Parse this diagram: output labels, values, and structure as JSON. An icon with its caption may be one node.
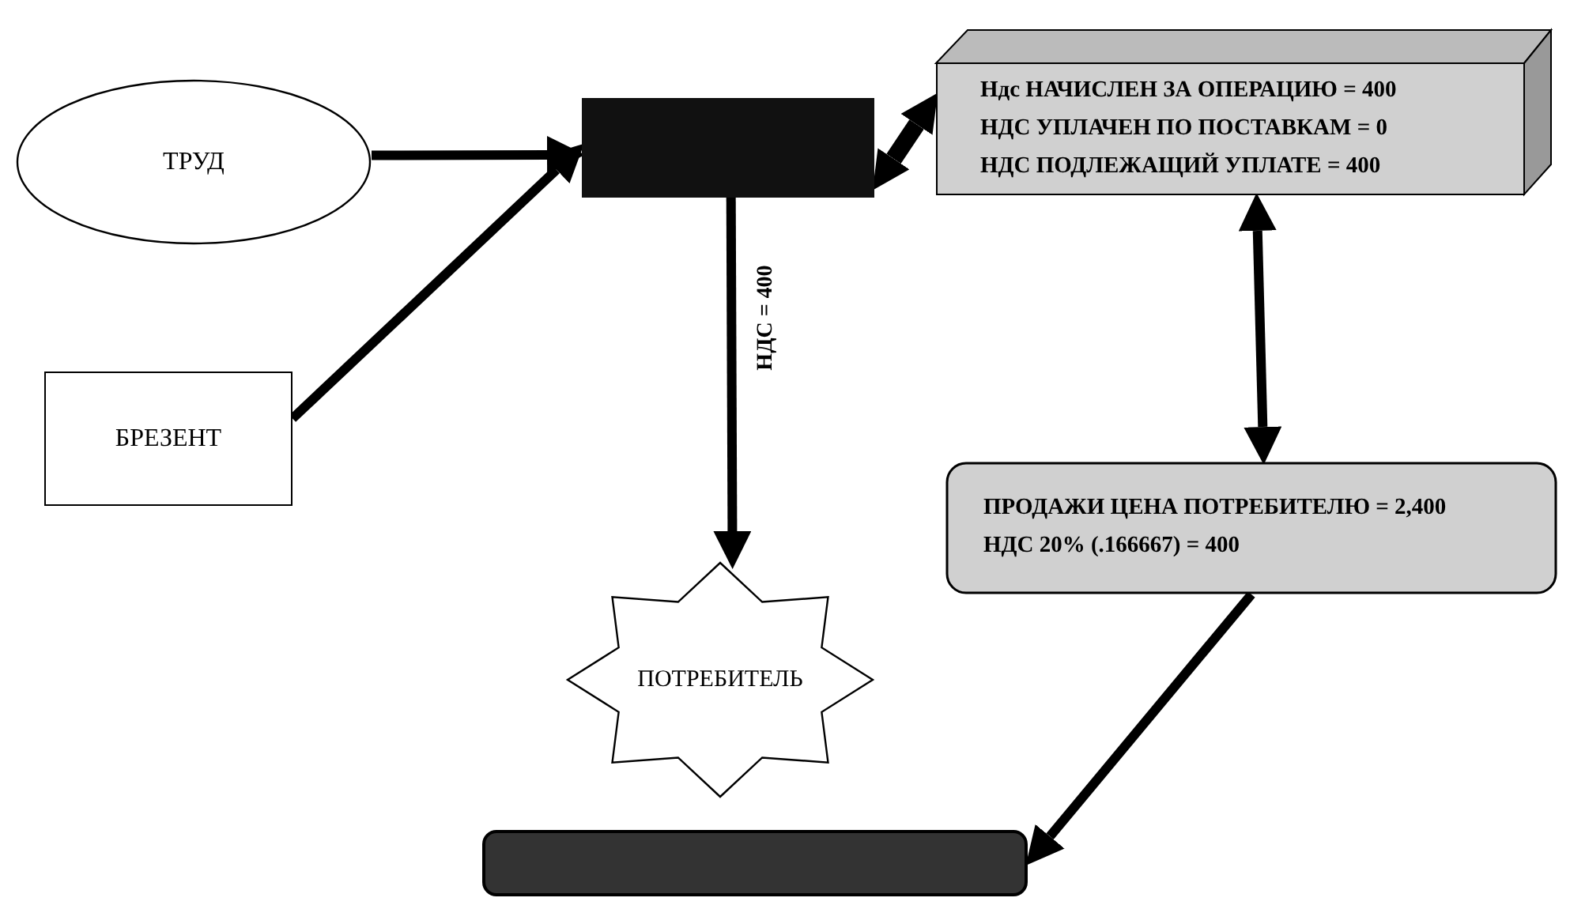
{
  "diagram": {
    "nodes": [
      {
        "text": [
          "ТРУД"
        ]
      },
      {
        "text": [],
        "shape": "box"
      },
      {
        "text": [
          "Ндс НАЧИСЛЕН ЗА ОПЕРАЦИЮ = 400",
          "НДС УПЛАЧЕН ПО ПОСТАВКАМ = 0",
          "НДС ПОДЛЕЖАЩИЙ УПЛАТЕ = 400"
        ]
      },
      {
        "text": [
          "БРЕЗЕНТ"
        ]
      },
      {
        "text": [
          "ПОТРЕБИТЕЛЬ"
        ]
      },
      {
        "text": [
          "ПРОДАЖИ ЦЕНА ПОТРЕБИТЕЛЮ = 2,400",
          "НДС 20% (.166667) = 400"
        ]
      },
      {
        "text": [],
        "shape": "bar"
      }
    ],
    "edges": [
      {
        "from": 0,
        "to": 1,
        "arrow": "to"
      },
      {
        "from": 3,
        "to": 1,
        "arrow": "to"
      },
      {
        "from": 1,
        "to": 2,
        "arrow": "both",
        "style": "thick"
      },
      {
        "from": 2,
        "to": 5,
        "arrow": "both"
      },
      {
        "from": 1,
        "to": 4,
        "arrow": "to",
        "label": "НДС = 400"
      },
      {
        "from": 5,
        "to": 6,
        "arrow": "to"
      }
    ]
  }
}
